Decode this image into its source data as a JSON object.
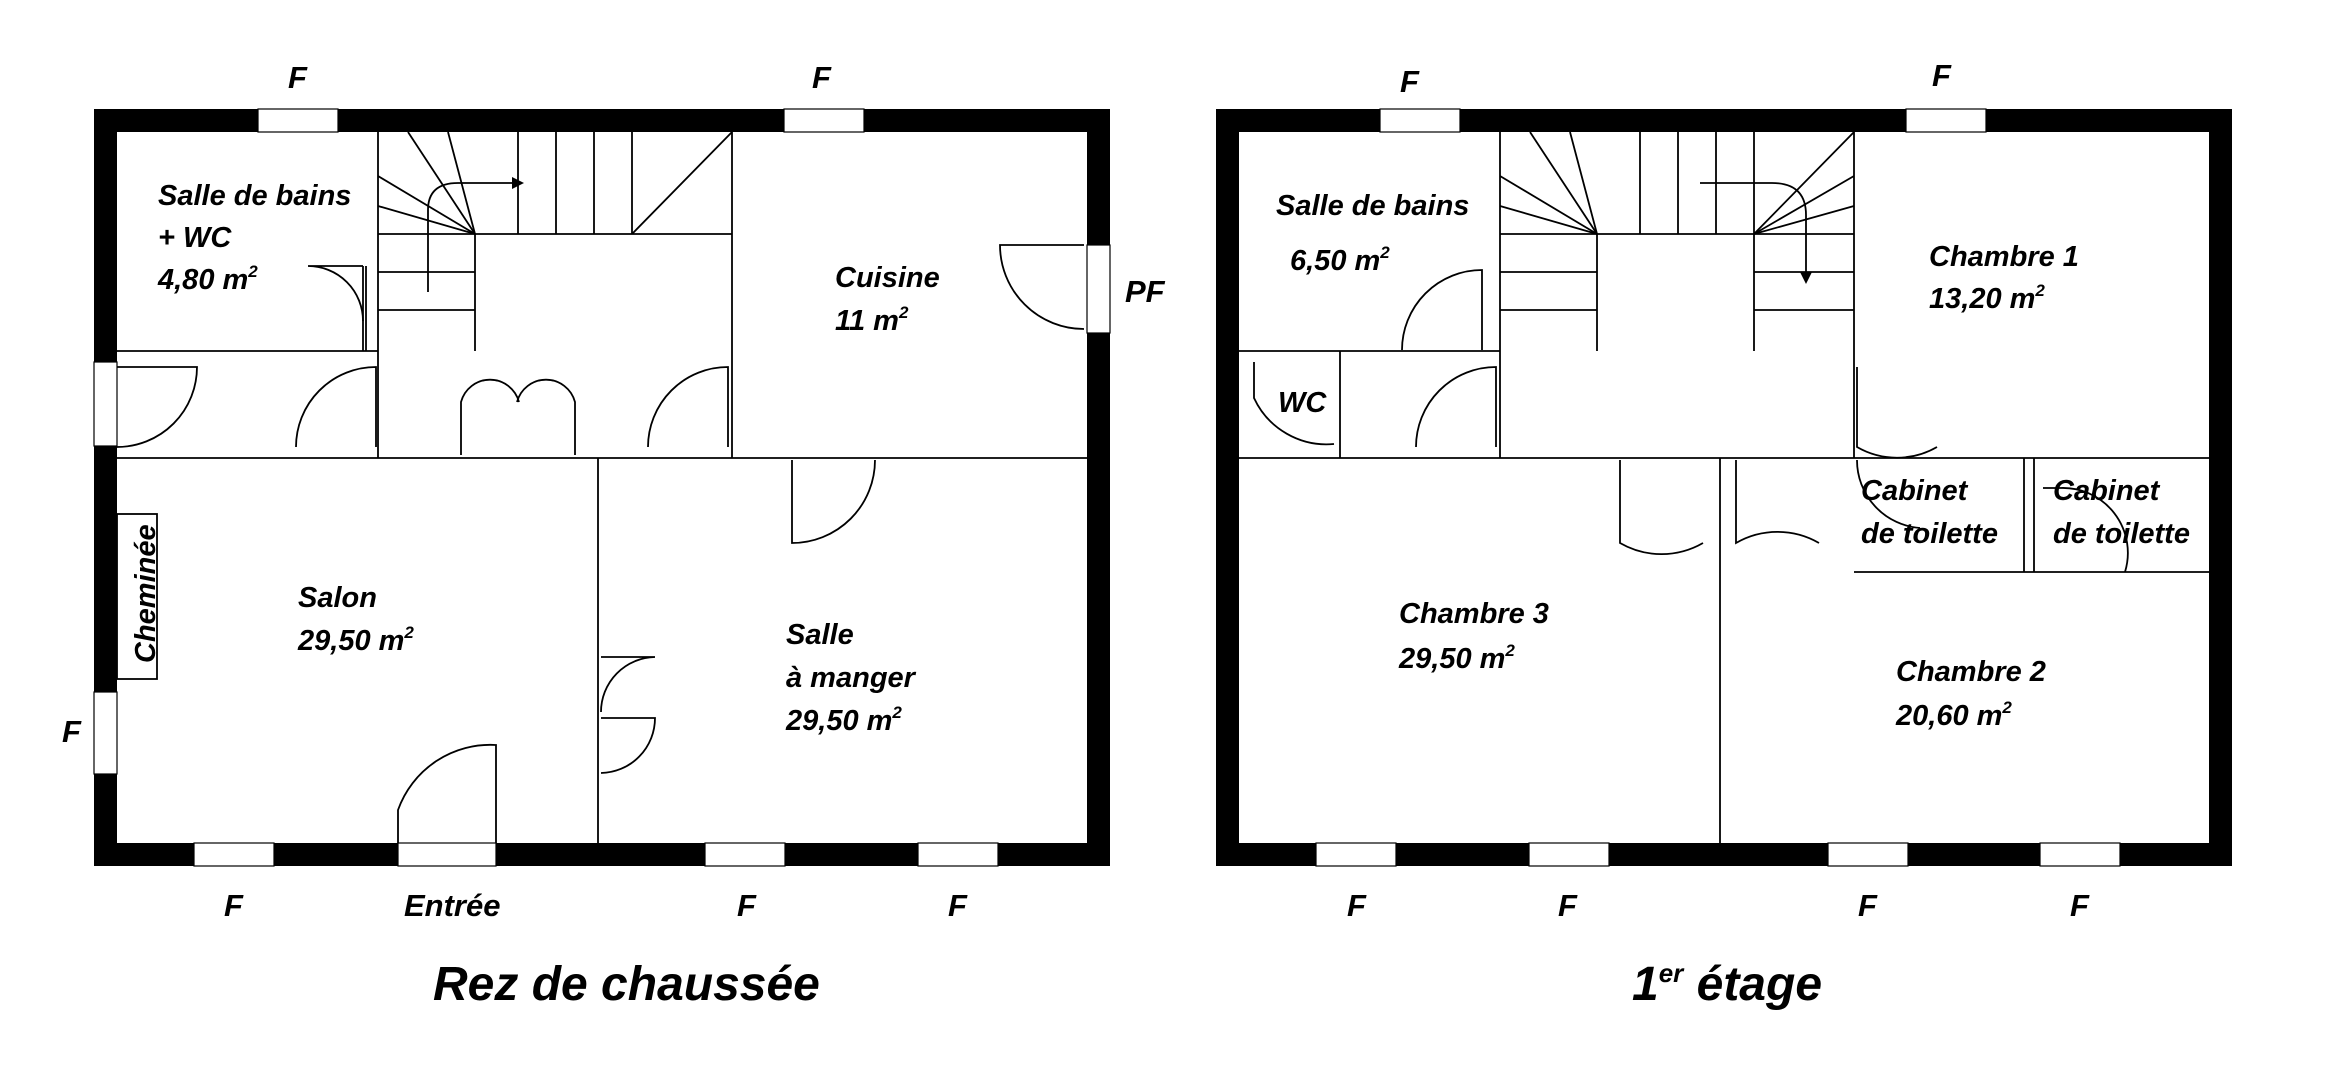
{
  "ground_floor": {
    "title": "Rez de chaussée",
    "rooms": {
      "bathroom": {
        "name_line1": "Salle de bains",
        "name_line2": "+ WC",
        "area": "4,80 m",
        "unit_sup": "2"
      },
      "kitchen": {
        "name": "Cuisine",
        "area": "11 m",
        "unit_sup": "2"
      },
      "living": {
        "name": "Salon",
        "area": "29,50 m",
        "unit_sup": "2"
      },
      "dining": {
        "name_line1": "Salle",
        "name_line2": "à manger",
        "area": "29,50 m",
        "unit_sup": "2"
      }
    },
    "fireplace": "Cheminée",
    "entrance": "Entrée",
    "window_mark": "F",
    "french_window_mark": "PF"
  },
  "first_floor": {
    "title_num": "1",
    "title_sup": "er",
    "title_rest": " étage",
    "rooms": {
      "bathroom": {
        "name": "Salle de bains",
        "area": "6,50 m",
        "unit_sup": "2"
      },
      "wc": {
        "name": "WC"
      },
      "bedroom1": {
        "name": "Chambre 1",
        "area": "13,20 m",
        "unit_sup": "2"
      },
      "bedroom2": {
        "name": "Chambre 2",
        "area": "20,60 m",
        "unit_sup": "2"
      },
      "bedroom3": {
        "name": "Chambre  3",
        "area": "29,50 m",
        "unit_sup": "2"
      },
      "cabinet_a": {
        "name_line1": "Cabinet",
        "name_line2": "de toilette"
      },
      "cabinet_b": {
        "name_line1": "Cabinet",
        "name_line2": "de toilette"
      }
    },
    "window_mark": "F"
  },
  "colors": {
    "wall": "#000000",
    "background": "#ffffff"
  }
}
